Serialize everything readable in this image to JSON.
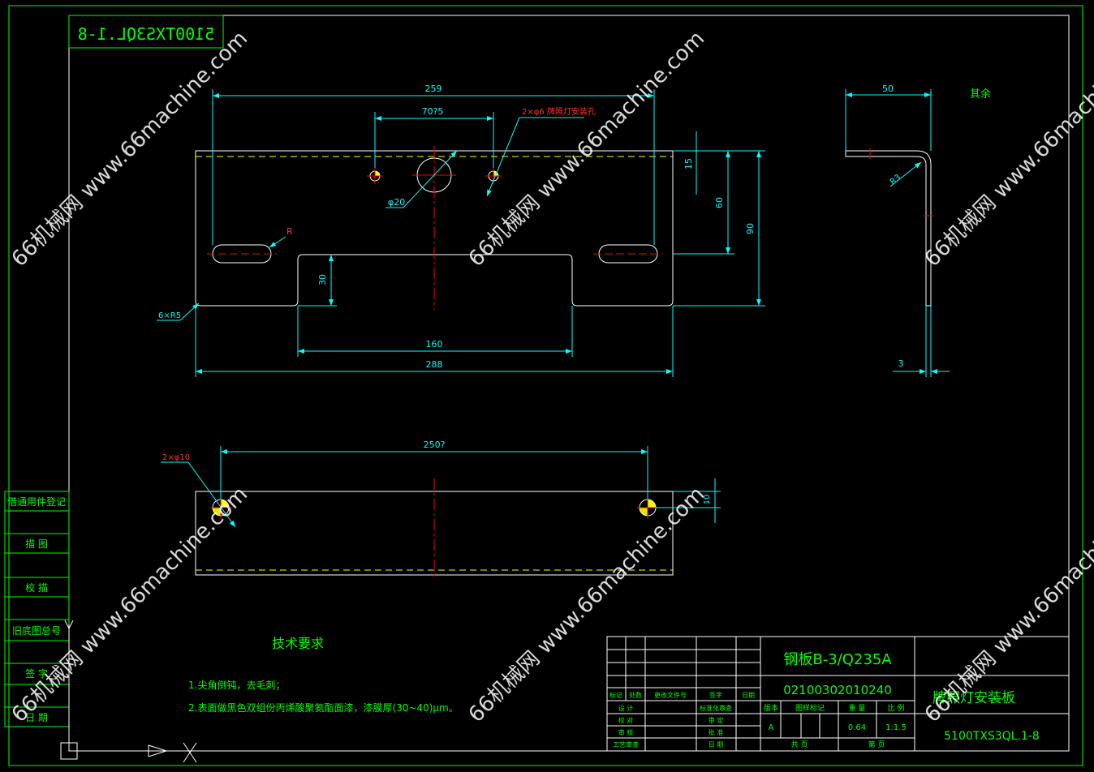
{
  "drawing_code_mirrored": "5100TXS3QL.1-8",
  "colors": {
    "background": "#000000",
    "frame": "#ffffff",
    "border_green": "#00ff00",
    "dimension": "#00ffff",
    "center_line": "#ff0000",
    "text": "#00ff00",
    "yellow": "#ffff00",
    "white": "#ffffff",
    "watermark": "#ffffff"
  },
  "front_view": {
    "dims": {
      "overall_top": "259",
      "hole_spacing": "70?5",
      "hole_callout": "2×φ6 牌照灯安装孔",
      "center_hole": "φ20",
      "offset_15": "15",
      "height_60": "60",
      "height_90": "90",
      "slot_r": "R",
      "notch_30": "30",
      "corner_radius": "6×R5",
      "notch_width": "160",
      "overall_width": "288"
    }
  },
  "side_view": {
    "finish": "其余",
    "flange": "50",
    "bend_radius": "R3",
    "thickness": "3"
  },
  "bottom_view": {
    "hole_spacing": "250?",
    "hole_callout": "2×φ10",
    "edge_dist": "10"
  },
  "left_strip": {
    "labels": [
      "借通用件登记",
      "描 图",
      "校 描",
      "旧底图总号",
      "签 字",
      "日 期"
    ]
  },
  "tech_requirements": {
    "title": "技术要求",
    "items": [
      "1.尖角倒钝，去毛刺；",
      "2.表面做黑色双组份丙烯酸聚氨酯面漆，漆膜厚(30~40)μm。"
    ]
  },
  "title_block": {
    "material": "钢板B-3/Q235A",
    "part_code": "02100302010240",
    "part_name": "牌照灯安装板",
    "drawing_number": "5100TXS3QL.1-8",
    "revision_headers": [
      "标记",
      "处数",
      "更改文件号",
      "签字",
      "日期"
    ],
    "role_rows": [
      [
        "设 计",
        "",
        "标准化审查",
        ""
      ],
      [
        "校 对",
        "",
        "审 定",
        ""
      ],
      [
        "审 核",
        "",
        "批 准",
        ""
      ],
      [
        "工艺审查",
        "",
        "日 期",
        ""
      ]
    ],
    "version_label": "版本",
    "stage_label": "图样标记",
    "weight_label": "重 量",
    "scale_label": "比 例",
    "version_value": "A",
    "weight_value": "0.64",
    "scale_value": "1:1.5",
    "total_sheets_label": "共 页",
    "sheet_label": "第 页"
  },
  "watermark": {
    "text": "66机械网 www.66machine.com"
  }
}
